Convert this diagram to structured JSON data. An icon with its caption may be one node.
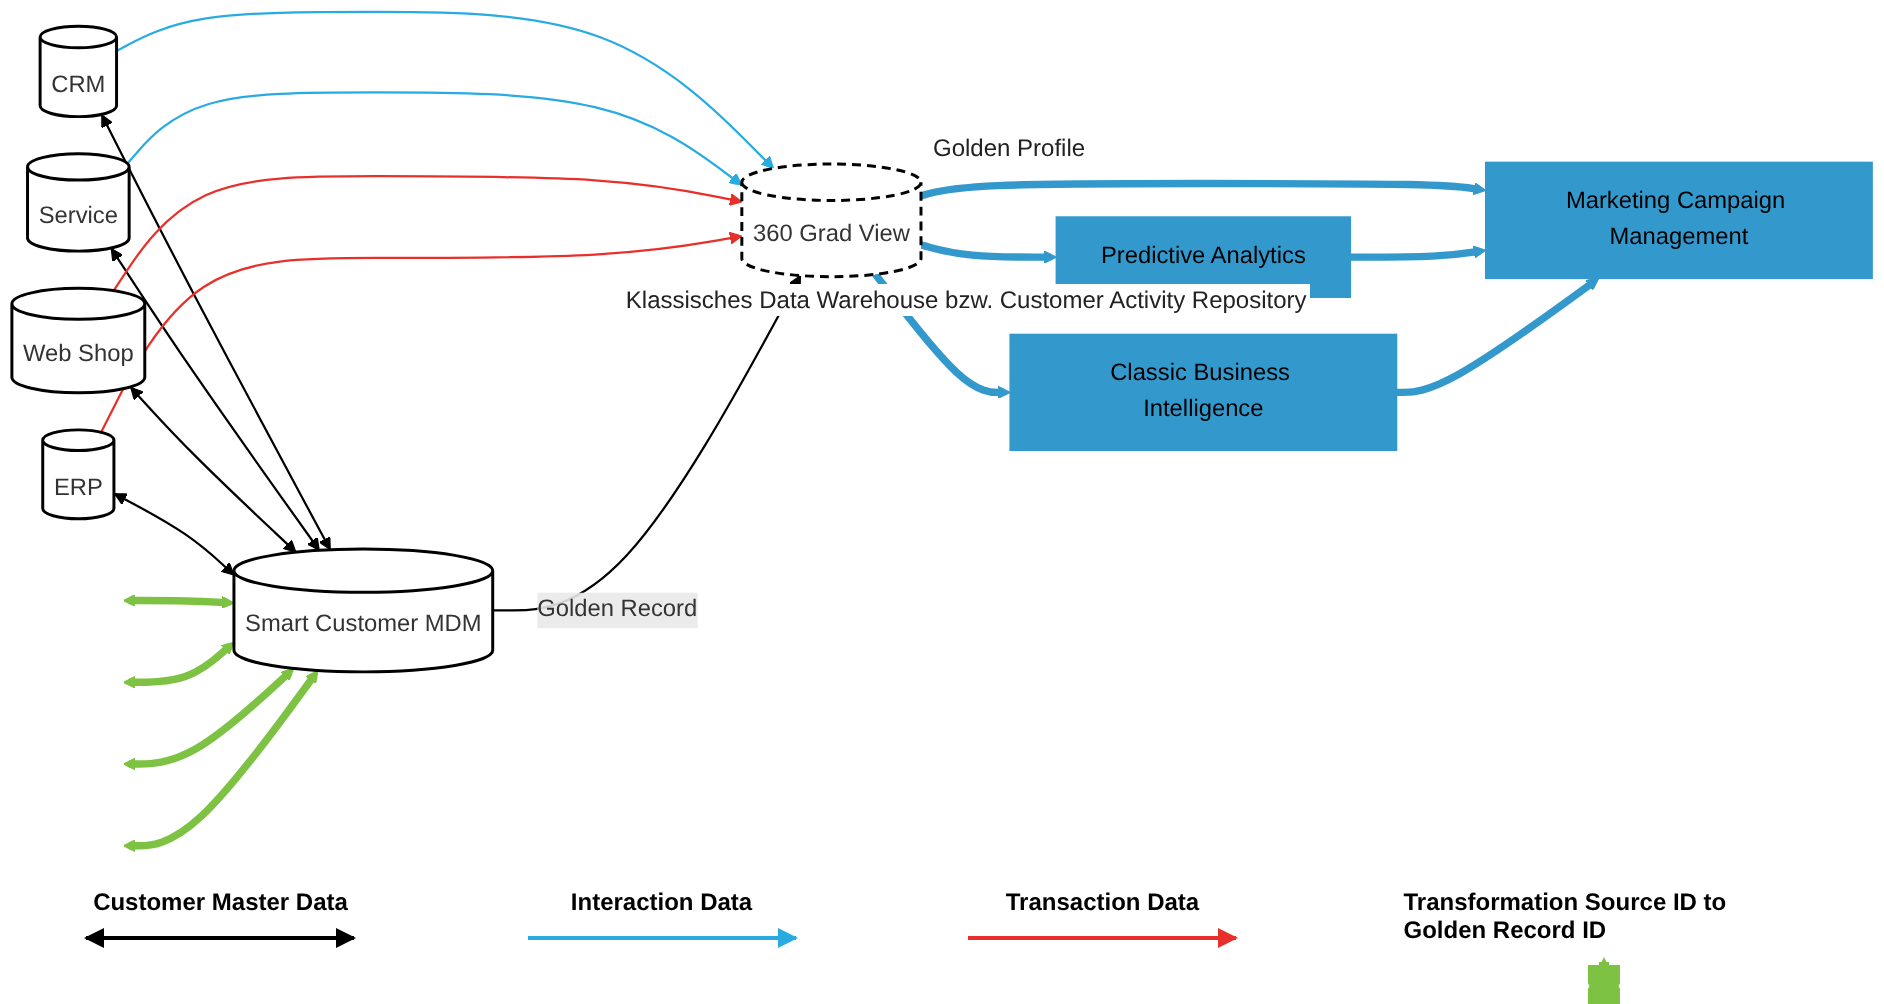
{
  "diagram": {
    "nodes": [
      {
        "text": [
          "CRM"
        ]
      },
      {
        "text": [
          "Service"
        ]
      },
      {
        "text": [
          "Web Shop"
        ]
      },
      {
        "text": [
          "ERP"
        ]
      },
      {
        "text": [
          "Smart Customer MDM"
        ]
      },
      {
        "text": [
          "360 Grad View"
        ],
        "beside": [
          "Golden Profile",
          "Klassisches Data Warehouse bzw. Customer Activity Repository"
        ]
      },
      {
        "text": [
          "Predictive Analytics"
        ]
      },
      {
        "text": [
          "Marketing Campaign Management"
        ]
      },
      {
        "text": [
          "Classic Business Intelligence"
        ]
      }
    ],
    "edges": [
      {
        "from": 0,
        "to": 5,
        "arrow": "to",
        "color": "#29abe2"
      },
      {
        "from": 1,
        "to": 5,
        "arrow": "to",
        "color": "#29abe2"
      },
      {
        "from": 0,
        "to": 4,
        "arrow": "both"
      },
      {
        "from": 1,
        "to": 4,
        "arrow": "both"
      },
      {
        "from": 2,
        "to": 4,
        "arrow": "both"
      },
      {
        "from": 3,
        "to": 4,
        "arrow": "both"
      },
      {
        "from": 2,
        "to": 5,
        "arrow": "to",
        "color": "#e8302a"
      },
      {
        "from": 3,
        "to": 5,
        "arrow": "to",
        "color": "#e8302a"
      },
      {
        "from": 4,
        "to": 5,
        "arrow": "to",
        "label": "Golden Record"
      },
      {
        "from": null,
        "to": 4,
        "arrow": "both",
        "style": "thick",
        "color": "#7dc242"
      },
      {
        "from": null,
        "to": 4,
        "arrow": "both",
        "style": "thick",
        "color": "#7dc242"
      },
      {
        "from": null,
        "to": 4,
        "arrow": "both",
        "style": "thick",
        "color": "#7dc242"
      },
      {
        "from": null,
        "to": 4,
        "arrow": "both",
        "style": "thick",
        "color": "#7dc242"
      },
      {
        "from": 5,
        "to": 6,
        "arrow": "to",
        "style": "thick",
        "color": "#3399cc"
      },
      {
        "from": 5,
        "to": 7,
        "arrow": "to",
        "style": "thick",
        "color": "#3399cc"
      },
      {
        "from": 5,
        "to": 8,
        "arrow": "to",
        "style": "thick",
        "color": "#3399cc"
      },
      {
        "from": 6,
        "to": 7,
        "arrow": "to",
        "style": "thick",
        "color": "#3399cc"
      },
      {
        "from": 8,
        "to": 7,
        "arrow": "to",
        "style": "thick",
        "color": "#3399cc"
      }
    ],
    "legend": [
      {
        "text": "Customer Master Data"
      },
      {
        "text": "Interaction Data"
      },
      {
        "text": "Transaction Data"
      },
      {
        "text": "Transformation Source ID to Golden Record ID"
      }
    ]
  }
}
